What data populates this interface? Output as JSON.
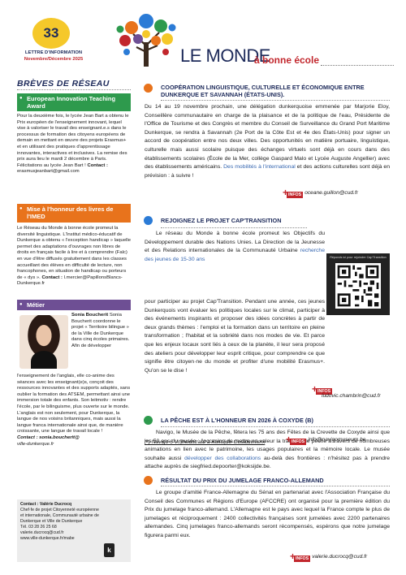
{
  "issue": {
    "number": "33",
    "title": "LETTRE D'INFORMATION",
    "date": "Novembre/Décembre 2025"
  },
  "masthead": {
    "title": "LE MONDE",
    "subtitle": "à bonne école"
  },
  "sidebar": {
    "title": "BRÈVES DE RÉSEAU",
    "sections": [
      {
        "heading": "European Innovation Teaching Award",
        "color": "#2e9a4d",
        "text": "Pour la deuxième fois, le lycée Jean Bart a obtenu le Prix européen de l'enseignement innovant, lequel vise à valoriser le travail des enseignant.e.s dans le processus de formation des citoyens européens de demain en mettant en œuvre des projets Erasmus+ et en utilisant des pratiques d'apprentissage innovantes, interactives et inclusives. La remise des prix aura lieu le mardi 2 décembre à Paris. Félicitations au lycée Jean Bart !",
        "contact_label": "Contact :",
        "contact_value": "erasmusjeanbart@gmail.com"
      },
      {
        "heading": "Mise à l'honneur des livres de l'IMED",
        "color": "#e8731c",
        "text": "Le Réseau du Monde à bonne école promeut la diversité linguistique. L'Institut médico-éducatif de Dunkerque a obtenu « l'exception handicap » laquelle permet des adaptations d'ouvrages non libres de droits en français facile à lire et à comprendre (Falc) en vue d'être diffusés gratuitement dans les classes accueillant des élèves en difficulté de lecture, non francophones, en situation de handicap ou porteurs de « dys ».",
        "contact_label": "Contact :",
        "contact_value": "l.mercier@PapillonsBlancs-Dunkerque.fr"
      },
      {
        "heading": "Métier",
        "color": "#6e4f94",
        "text_side": "Sonia Boucherit coordonne le projet « Territoire bilingue » de la Ville de Dunkerque dans cinq écoles primaires. Afin de développer",
        "text_below": "l'enseignement de l'anglais, elle co-anime des séances avec les enseignant(e)s, conçoit des ressources innovantes et des supports adaptés, sans oublier la formation des ATSEM, permettant ainsi une immersion totale des enfants. Son leitmotiv : rendre l'école, par le bilinguisme, plus ouverte sur le monde. L'anglais est non seulement, pour Dunkerque, la langue de nos voisins britanniques, mais aussi la langue franca internationale ainsi que, de manière croissante, une langue de travail locale !",
        "name": "Sonia Boucherit",
        "contact_label": "Contact : sonia.boucherit@",
        "contact_value": "ville-dunkerque.fr"
      }
    ],
    "contact_box": {
      "title": "Contact : Valérie Ducrocq",
      "lines": [
        "Chef·fe de projet Citoyenneté européenne",
        "et internationale, Communauté urbaine de",
        "Dunkerque et Ville de Dunkerque",
        "Tél. 03 28 26 25 68",
        "valerie.ducrocq@cud.fr",
        "www.ville-dunkerque.fr/mabe"
      ],
      "badge": "k"
    }
  },
  "articles": [
    {
      "color": "#e8731c",
      "title": "COOPÉRATION LINGUISTIQUE, CULTURELLE ET ÉCONOMIQUE ENTRE DUNKERQUE ET SAVANNAH (ÉTATS-UNIS).",
      "text": "Du 14 au 19 novembre prochain, une délégation dunkerquoise emmenée par Marjorie Eloy, Conseillère communautaire en charge de la plaisance et de la politique de l'eau, Présidente de l'Office de Tourisme et des Congrès et membre du Conseil de Surveillance du Grand Port Maritime Dunkerque, se rendra à Savannah (2e Port de la Côte Est et 4e des États-Unis) pour signer un accord de coopération entre nos deux villes. Des opportunités en matière portuaire, linguistique, culturelle mais aussi scolaire puisque des échanges virtuels sont déjà en cours dans des établissements scolaires (École de la Mer, collège Gaspard Malo et Lycée Auguste Angellier) avec des établissements américains.",
      "link": "Des mobilités à l'international",
      "text_after": "et des actions culturelles sont déjà en prévision : à suivre !",
      "info_label": "INFOS",
      "info_email": "oceane.guillon@cud.fr"
    },
    {
      "color": "#2b7bd6",
      "title": "REJOIGNEZ LE PROJET CAP'TRANSITION",
      "text_a": "Le réseau du Monde à bonne école promeut les Objectifs du Développement durable des Nations Unies. La Direction de la Jeunesse et des Relations internationales de la Communauté Urbaine",
      "link": "recherche des jeunes de 15-30 ans",
      "text_b": "pour participer au projet Cap'Transition. Pendant une année, ces jeunes Dunkerquois vont évaluer les politiques locales sur le climat, participer à des événements inspirants et proposer des idées concrètes à partir de deux grands thèmes : l'emploi et la formation dans un territoire en pleine transformation ; l'habitat et la sobriété dans nos modes de vie. Et parce que les enjeux locaux sont liés à ceux de la planète, il leur sera proposé des ateliers pour développer leur esprit critique, pour comprendre ce que signifie être citoyen·ne du monde et profiter d'une mobilité Erasmus+. Qu'on se le dise !",
      "qr_caption": "Réponds ici pour rejoindre Cap'Transition",
      "info_label": "INFOS",
      "info_email": "ludovic.chambrin@cud.fr"
    },
    {
      "color": "#2e9a4d",
      "title": "LA PÊCHE EST À L'HONNEUR EN 2026 À COXYDE (B)",
      "text": "Navigo, le Musée de la Pêche, fêtera les 75 ans des Fêtes de la Crevette de Coxyde ainsi que les 50 ans du musée : l'occasion de mettre en valeur la tradition de pêche à travers de nombreuses animations en lien avec le patrimoine, les usages populaires et la mémoire locale. Le musée souhaite aussi",
      "link": "développer des collaborations",
      "text_after": "au-delà des frontières : n'hésitez pas à prendre attache auprès de siegfried.depoorter@koksijde.be.",
      "note": "(*) Navigo 6 Vrijheidstraat à Koksijde-Oostduinkerk",
      "info_label": "INFOS",
      "info_email": "info@navigomuseum.be"
    },
    {
      "color": "#e8731c",
      "title": "RÉSULTAT DU PRIX DU JUMELAGE FRANCO-ALLEMAND",
      "text": "Le groupe d'amitié France-Allemagne du Sénat en partenariat avec l'Association Française du Conseil des Communes et Régions d'Europe (AFCCRE) ont organisé pour la première édition du Prix du jumelage franco-allemand. L'Allemagne est le pays avec lequel la France compte le plus de jumelages et réciproquement : 2400 collectivités françaises sont jumelées avec 2200 partenaires allemandes. Cinq jumelages franco-allemands seront récompensés, espérons que notre jumelage figurera parmi eux.",
      "info_label": "INFOS",
      "info_email": "valerie.ducrocq@cud.fr"
    }
  ]
}
